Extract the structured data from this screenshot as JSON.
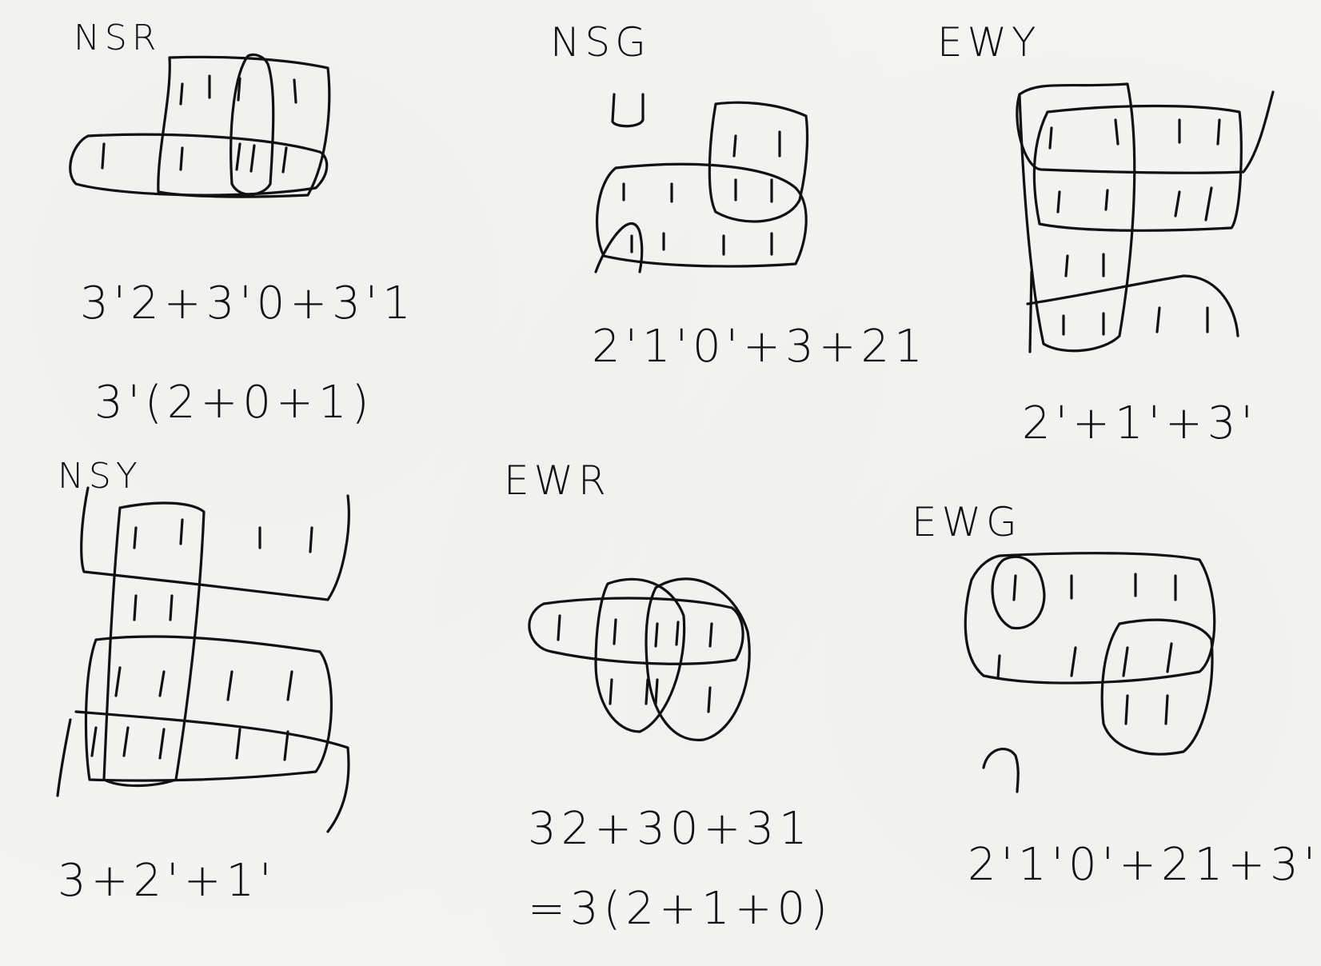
{
  "diagrams": [
    {
      "label": "NSR",
      "formulas": [
        "3'2+3'0+3'1",
        "3'(2+0+1)"
      ]
    },
    {
      "label": "NSG",
      "formulas": [
        "2'1'0'+3+21"
      ]
    },
    {
      "label": "EWY",
      "formulas": [
        "2'+1'+3'"
      ]
    },
    {
      "label": "NSY",
      "formulas": [
        "3+2'+1'"
      ]
    },
    {
      "label": "EWR",
      "formulas": [
        "32+30+31",
        "=3(2+1+0)"
      ]
    },
    {
      "label": "EWG",
      "formulas": [
        "2'1'0'+21+3'"
      ]
    }
  ],
  "colors": {
    "ink": "#111111",
    "paper": "#f4f4f2"
  }
}
